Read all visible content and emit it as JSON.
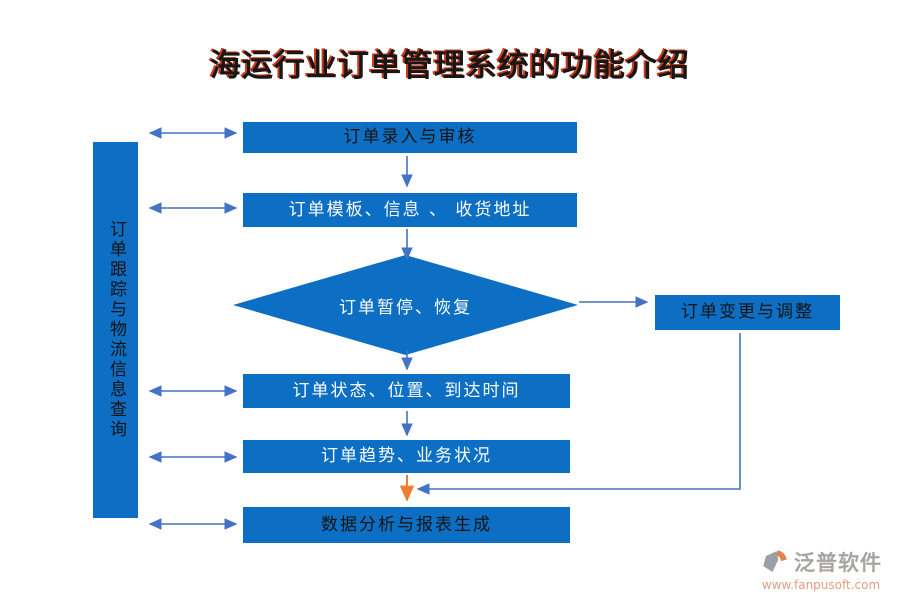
{
  "title": "海运行业订单管理系统的功能介绍",
  "sidebar": {
    "label": "订单跟踪与物流信息查询"
  },
  "nodes": {
    "entry": "订单录入与审核",
    "template": "订单模板、信息 、 收货地址",
    "pause": "订单暂停、恢复",
    "status": "订单状态、位置、到达时间",
    "trend": "订单趋势、业务状况",
    "report": "数据分析与报表生成",
    "change": "订单变更与调整"
  },
  "colors": {
    "node_blue": "#0d6fc4",
    "arrow_blue": "#4472c4",
    "arrow_orange": "#ed7d31",
    "title_red": "#cc3a1a"
  },
  "footer": {
    "brand": "泛普软件",
    "url": "www.fanpusoft.com"
  }
}
